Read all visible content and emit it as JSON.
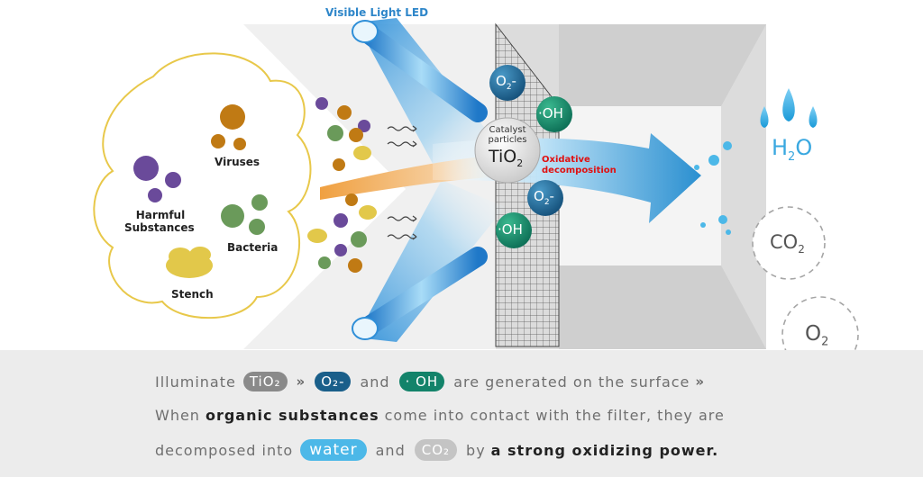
{
  "diagram": {
    "led_label": "Visible Light LED",
    "viruses_label": "Viruses",
    "harmful_label_1": "Harmful",
    "harmful_label_2": "Substances",
    "bacteria_label": "Bacteria",
    "stench_label": "Stench",
    "catalyst_label_1": "Catalyst",
    "catalyst_label_2": "particles",
    "tio2_label": "TiO",
    "tio2_sub": "2",
    "oxidative_1": "Oxidative",
    "oxidative_2": "decomposition",
    "o2minus_label": "O",
    "o2minus_sub": "2",
    "o2minus_sup": "-",
    "oh_label": "·OH",
    "h2o_label": "H",
    "h2o_sub": "2",
    "h2o_tail": "O",
    "co2_label": "CO",
    "co2_sub": "2",
    "o2_label": "O",
    "o2_sub": "2"
  },
  "caption": {
    "line1_a": "Illuminate",
    "line1_tio2": "TiO₂",
    "line1_arrows": "»",
    "line1_o2": "O₂-",
    "line1_and": "and",
    "line1_oh": "· OH",
    "line1_b": "are generated on the surface",
    "line1_arrows2": "»",
    "line2_a": "When",
    "line2_bold": "organic substances",
    "line2_b": "come into contact with the filter, they are",
    "line3_a": "decomposed into",
    "line3_water": "water",
    "line3_and": "and",
    "line3_co2": "CO₂",
    "line3_by": "by",
    "line3_bold": "a strong oxidizing power."
  },
  "colors": {
    "led_blue": "#4fa8e0",
    "o2_minus": "#1a5f8a",
    "oh": "#13836a",
    "water": "#4cb8e8",
    "oxidative_red": "#e01010"
  }
}
